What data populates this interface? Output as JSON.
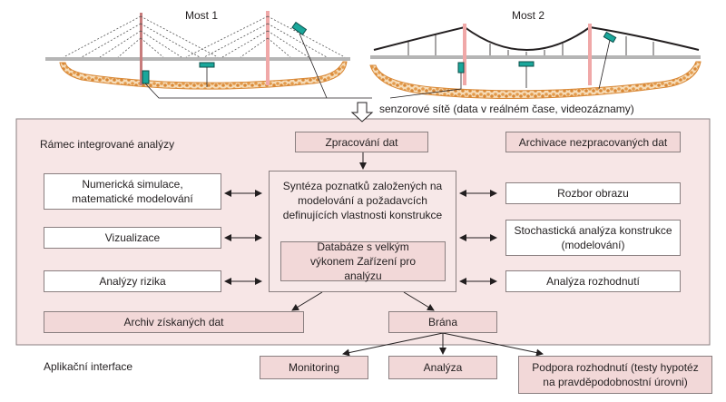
{
  "bridges": {
    "bridge1_label": "Most 1",
    "bridge2_label": "Most 2",
    "sensor_caption": "senzorové sítě (data v reálném čase, videozáznamy)"
  },
  "framework": {
    "title": "Rámec integrované analýzy",
    "processing": "Zpracování dat",
    "archiving_raw": "Archivace nezpracovaných dat",
    "left": [
      "Numerická simulace, matematické modelování",
      "Vizualizace",
      "Analýzy rizika"
    ],
    "center": "Syntéza poznatků založených na modelování a požadavcích definujících vlastnosti konstrukce",
    "database": "Databáze s velkým výkonem Zařízení pro analýzu",
    "right": [
      "Rozbor obrazu",
      "Stochastická analýza konstrukce (modelování)",
      "Analýza rozhodnutí"
    ],
    "archive_acquired": "Archiv získaných dat",
    "gateway": "Brána"
  },
  "apps": {
    "title": "Aplikační interface",
    "items": [
      "Monitoring",
      "Analýza",
      "Podpora rozhodnutí (testy hypotéz na pravděpodobnostní úrovni)"
    ]
  },
  "colors": {
    "panel": "#f7e6e6",
    "pink_box": "#f2d8d8",
    "pylon": "#f0a8a8",
    "sensor": "#1aa79b",
    "aggregate": "#e39a4b"
  }
}
